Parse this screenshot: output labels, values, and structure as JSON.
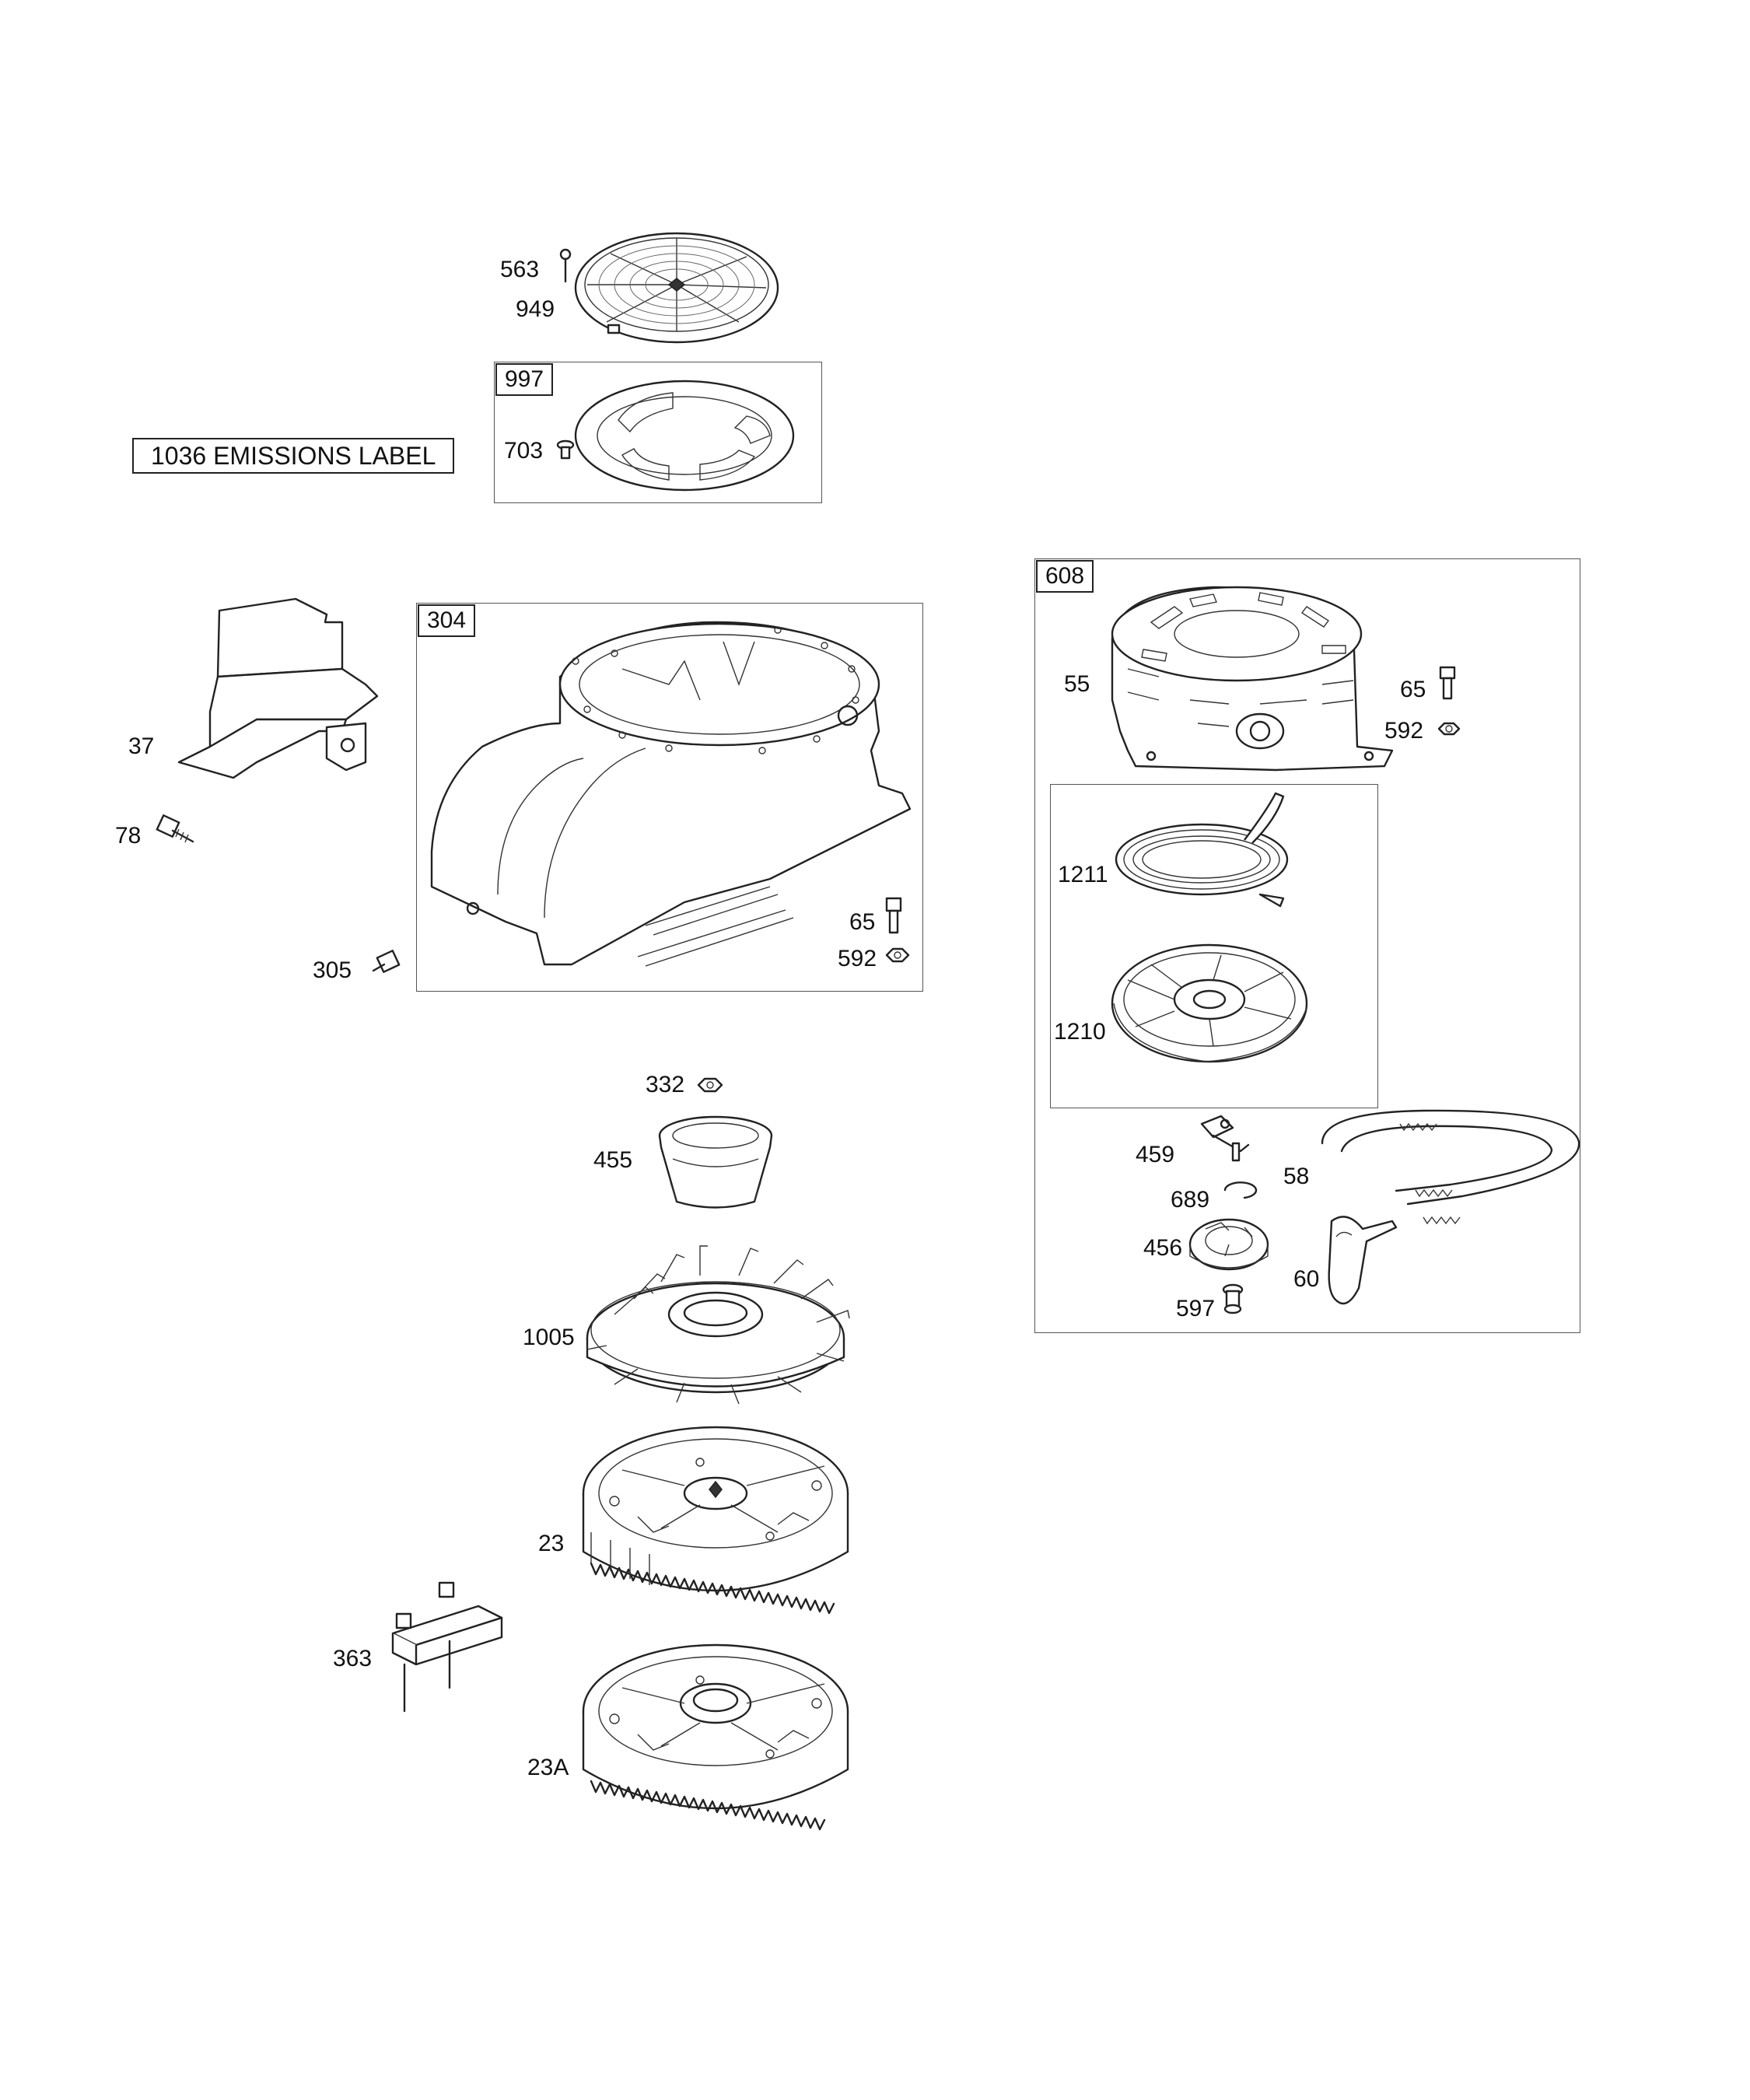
{
  "emissions_label": "1036 EMISSIONS LABEL",
  "groups": {
    "g997": "997",
    "g304": "304",
    "g608": "608"
  },
  "labels": {
    "p563": "563",
    "p949": "949",
    "p703": "703",
    "p37": "37",
    "p78": "78",
    "p305": "305",
    "p65a": "65",
    "p592a": "592",
    "p55": "55",
    "p65b": "65",
    "p592b": "592",
    "p1211": "1211",
    "p1210": "1210",
    "p459": "459",
    "p58": "58",
    "p689": "689",
    "p456": "456",
    "p60": "60",
    "p597": "597",
    "p332": "332",
    "p455": "455",
    "p1005": "1005",
    "p23": "23",
    "p363": "363",
    "p23A": "23A"
  }
}
